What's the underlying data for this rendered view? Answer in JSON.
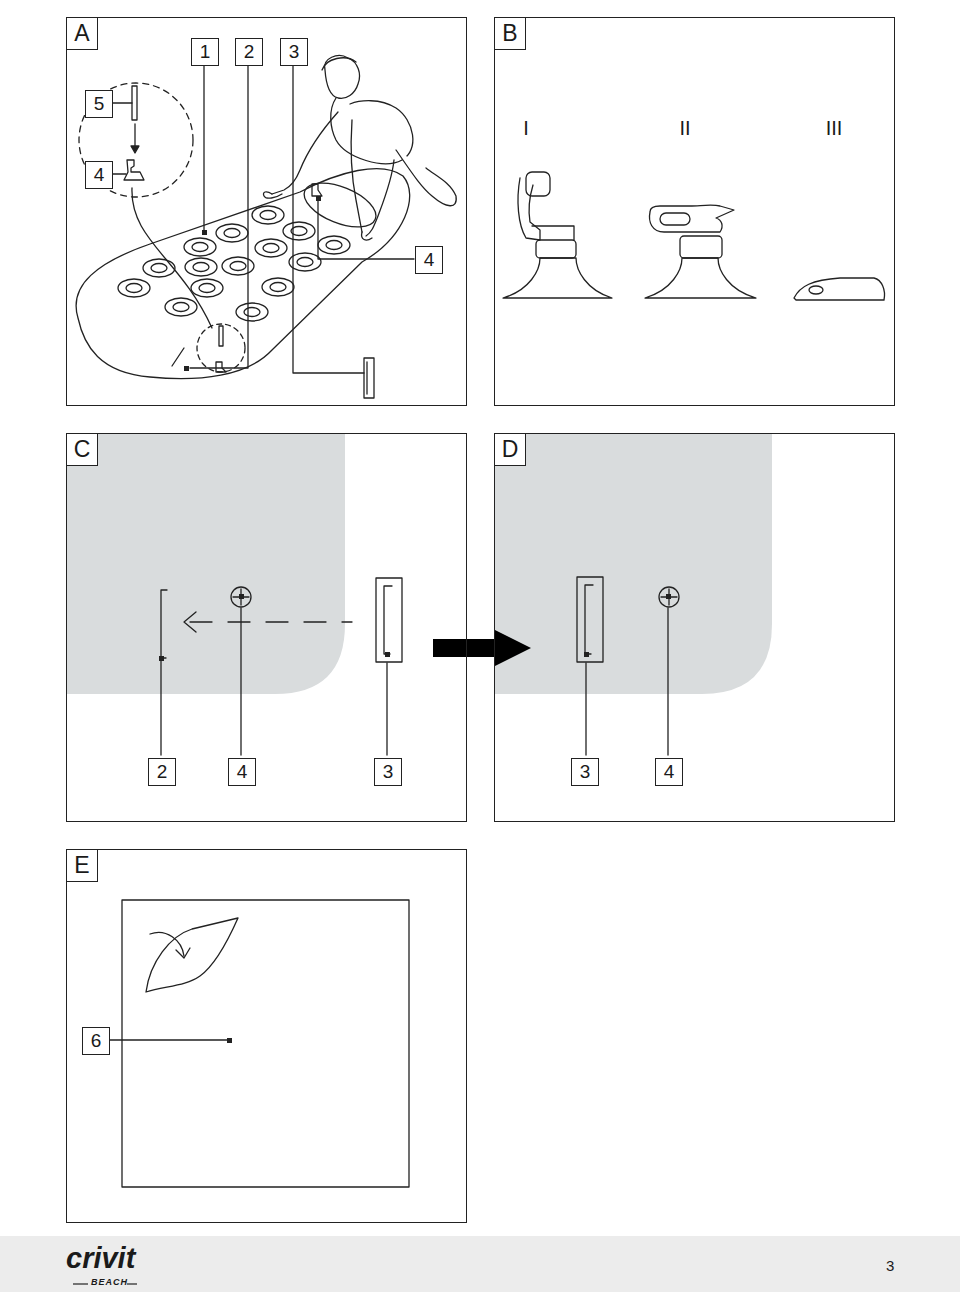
{
  "diagram": {
    "nodes": [
      {
        "text": [
          "A"
        ]
      },
      {
        "text": [
          "1"
        ],
        "in": 0
      },
      {
        "text": [
          "2"
        ],
        "in": 0
      },
      {
        "text": [
          "3"
        ],
        "in": 0
      },
      {
        "text": [
          "5"
        ],
        "in": 0
      },
      {
        "text": [
          "4"
        ],
        "in": 0
      },
      {
        "text": [
          "4"
        ],
        "in": 0
      },
      {
        "text": [
          "B"
        ]
      },
      {
        "text": [
          "C"
        ]
      },
      {
        "text": [
          "2"
        ],
        "in": 8
      },
      {
        "text": [
          "4"
        ],
        "in": 8
      },
      {
        "text": [
          "3"
        ],
        "in": 8
      },
      {
        "text": [
          "D"
        ]
      },
      {
        "text": [
          "3"
        ],
        "in": 12
      },
      {
        "text": [
          "4"
        ],
        "in": 12
      },
      {
        "text": [
          "E"
        ]
      },
      {
        "text": [
          "6"
        ],
        "in": 15
      }
    ],
    "edges": [
      {
        "from": 8,
        "to": 12,
        "arrow": "to"
      }
    ],
    "labels": [
      "I",
      "II",
      "III",
      "crivit",
      "BEACH",
      "3"
    ]
  }
}
